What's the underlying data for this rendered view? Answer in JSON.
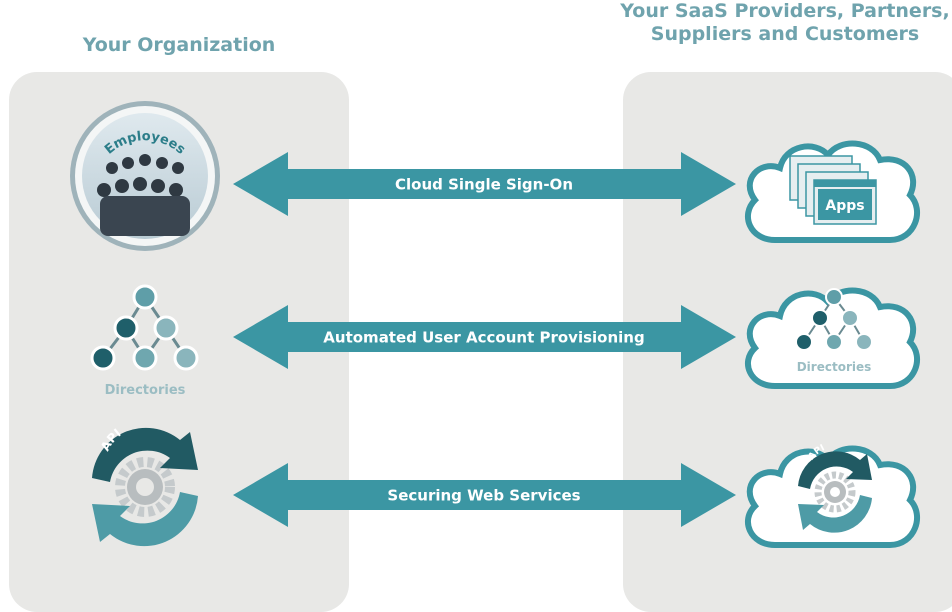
{
  "titles": {
    "left": "Your Organization",
    "right_line1": "Your SaaS Providers, Partners,",
    "right_line2": "Suppliers and Customers"
  },
  "arrows": [
    {
      "label": "Cloud Single Sign-On"
    },
    {
      "label": "Automated User Account Provisioning"
    },
    {
      "label": "Securing Web Services"
    }
  ],
  "left_icons": {
    "employees_label": "Employees",
    "directories_label": "Directories",
    "api_label": "API"
  },
  "right_icons": {
    "apps_label": "Apps",
    "directories_label": "Directories",
    "api_label": "API"
  },
  "colors": {
    "teal_dark": "#2b7d89",
    "teal": "#3b9aa6",
    "teal_light": "#7fb0b8",
    "title": "#6fa3ad",
    "panel": "#e8e8e6"
  }
}
